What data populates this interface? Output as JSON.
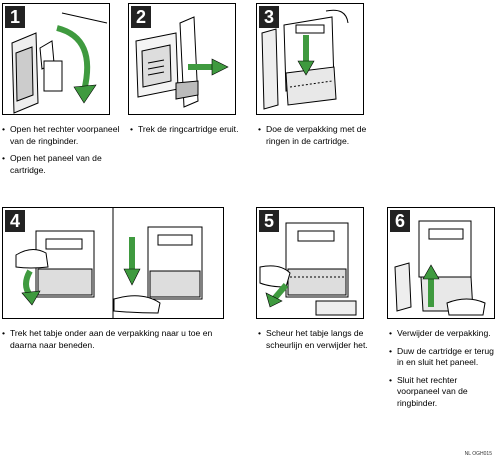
{
  "steps": [
    {
      "number": "1",
      "items": [
        "Open het rechter voorpaneel van de ringbinder.",
        "Open het paneel van de cartridge."
      ]
    },
    {
      "number": "2",
      "items": [
        "Trek de ringcartridge eruit."
      ]
    },
    {
      "number": "3",
      "items": [
        "Doe de verpakking met de ringen in de cartridge."
      ]
    },
    {
      "number": "4",
      "items": [
        "Trek het tabje onder aan de verpakking naar u toe en daarna naar beneden."
      ]
    },
    {
      "number": "5",
      "items": [
        "Scheur het tabje langs de scheurlijn en verwijder het."
      ]
    },
    {
      "number": "6",
      "items": [
        "Verwijder de verpakking.",
        "Duw de cartridge er terug in en sluit het paneel.",
        "Sluit het rechter voorpaneel van de ringbinder."
      ]
    }
  ],
  "footer_code": "NL OGH015",
  "colors": {
    "arrow": "#3f9a3f",
    "badge": "#222222",
    "line": "#000000"
  }
}
